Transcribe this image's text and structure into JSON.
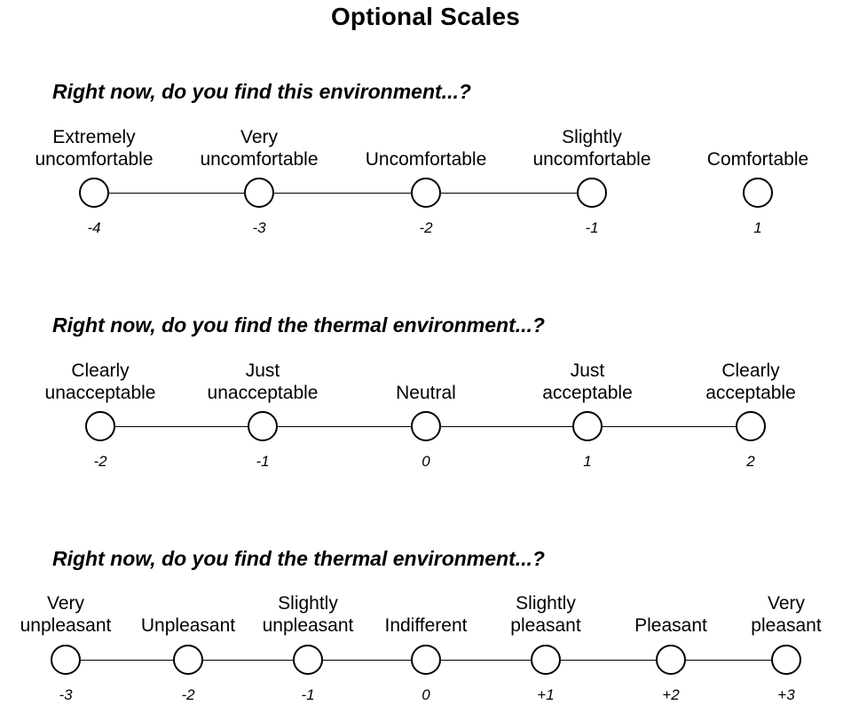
{
  "title": "Optional Scales",
  "scales": [
    {
      "question": "Right now, do you find this environment...?",
      "options": [
        {
          "label": "Extremely\nuncomfortable",
          "value": "-4"
        },
        {
          "label": "Very\nuncomfortable",
          "value": "-3"
        },
        {
          "label": "Uncomfortable",
          "value": "-2"
        },
        {
          "label": "Slightly\nuncomfortable",
          "value": "-1"
        },
        {
          "label": "Comfortable",
          "value": "1"
        }
      ]
    },
    {
      "question": "Right now, do you find the thermal environment...?",
      "options": [
        {
          "label": "Clearly\nunacceptable",
          "value": "-2"
        },
        {
          "label": "Just\nunacceptable",
          "value": "-1"
        },
        {
          "label": "Neutral",
          "value": "0"
        },
        {
          "label": "Just\nacceptable",
          "value": "1"
        },
        {
          "label": "Clearly\nacceptable",
          "value": "2"
        }
      ]
    },
    {
      "question": "Right now, do you find the thermal environment...?",
      "options": [
        {
          "label": "Very\nunpleasant",
          "value": "-3"
        },
        {
          "label": "Unpleasant",
          "value": "-2"
        },
        {
          "label": "Slightly\nunpleasant",
          "value": "-1"
        },
        {
          "label": "Indifferent",
          "value": "0"
        },
        {
          "label": "Slightly\npleasant",
          "value": "+1"
        },
        {
          "label": "Pleasant",
          "value": "+2"
        },
        {
          "label": "Very\npleasant",
          "value": "+3"
        }
      ]
    }
  ]
}
